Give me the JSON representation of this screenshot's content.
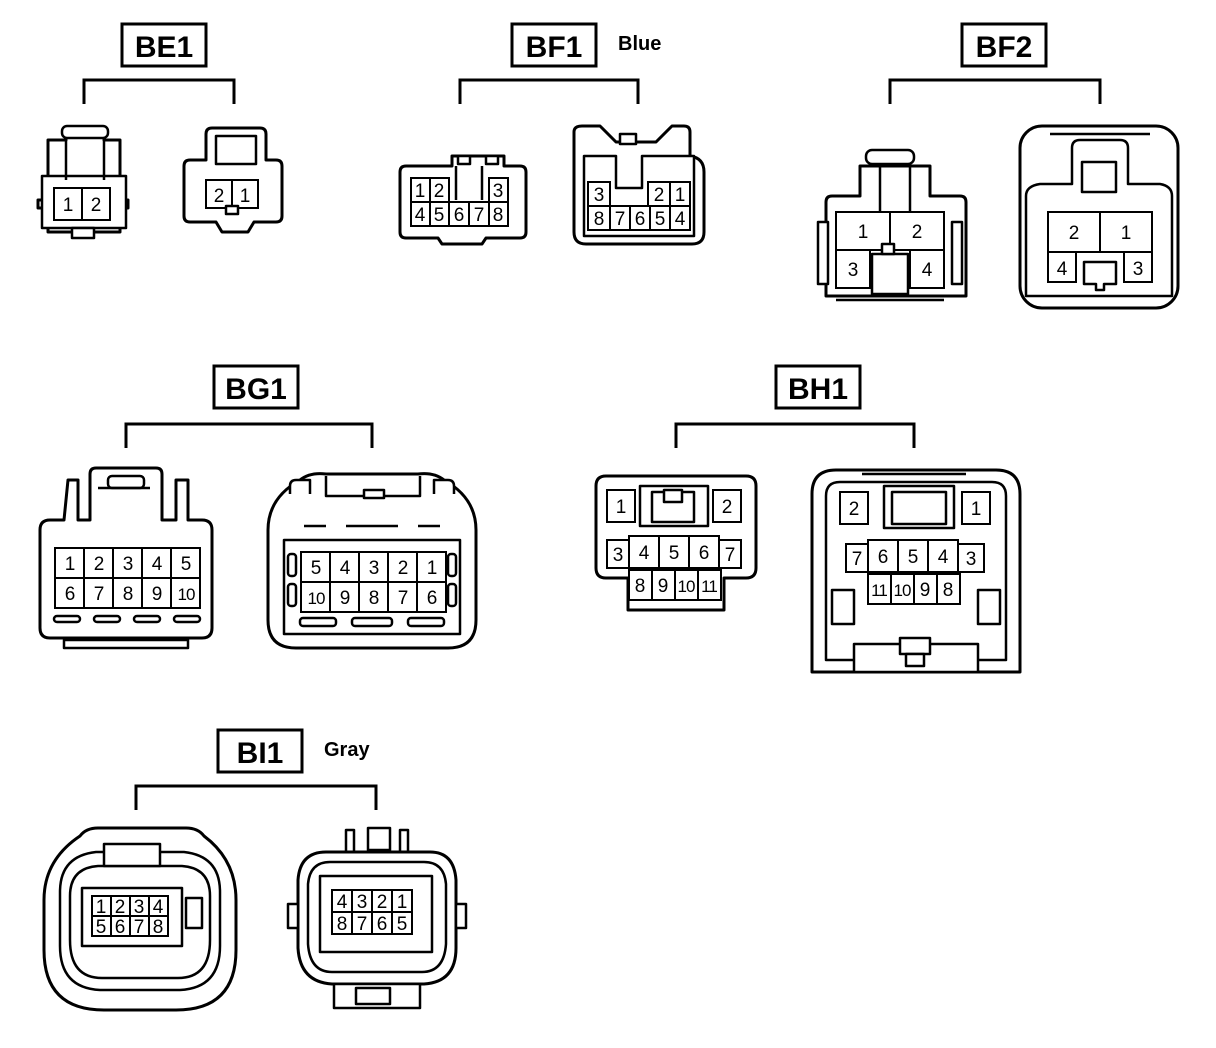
{
  "connectors": [
    {
      "id": "BE1",
      "note": "",
      "pins": [
        "1",
        "2",
        "2",
        "1"
      ]
    },
    {
      "id": "BF1",
      "note": "Blue",
      "pins": [
        "1",
        "2",
        "3",
        "4",
        "5",
        "6",
        "7",
        "8",
        "3",
        "2",
        "1",
        "8",
        "7",
        "6",
        "5",
        "4"
      ]
    },
    {
      "id": "BF2",
      "note": "",
      "pins": [
        "1",
        "2",
        "3",
        "4",
        "2",
        "1",
        "4",
        "3"
      ]
    },
    {
      "id": "BG1",
      "note": "",
      "pins": [
        "1",
        "2",
        "3",
        "4",
        "5",
        "6",
        "7",
        "8",
        "9",
        "10",
        "5",
        "4",
        "3",
        "2",
        "1",
        "10",
        "9",
        "8",
        "7",
        "6"
      ]
    },
    {
      "id": "BH1",
      "note": "",
      "pins": [
        "1",
        "2",
        "3",
        "4",
        "5",
        "6",
        "7",
        "8",
        "9",
        "10",
        "11",
        "2",
        "1",
        "7",
        "6",
        "5",
        "4",
        "3",
        "11",
        "10",
        "9",
        "8"
      ]
    },
    {
      "id": "BI1",
      "note": "Gray",
      "pins": [
        "1",
        "2",
        "3",
        "4",
        "5",
        "6",
        "7",
        "8",
        "4",
        "3",
        "2",
        "1",
        "8",
        "7",
        "6",
        "5"
      ]
    }
  ]
}
